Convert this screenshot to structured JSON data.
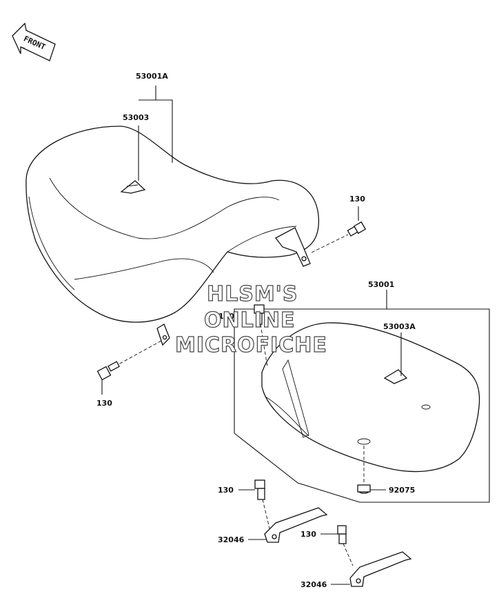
{
  "front_arrow": {
    "label": "FRONT"
  },
  "parts": {
    "seat_assy_a": "53001A",
    "seat_cover_a": "53003",
    "seat_assy": "53001",
    "seat_cover_b": "53003A",
    "bolt_upper_right": "130",
    "bolt_left": "130",
    "bolt_center": "130",
    "bolt_lower_left": "130",
    "bolt_lower_right": "130",
    "damper": "92075",
    "bracket_left": "32046",
    "bracket_right": "32046"
  },
  "watermark": {
    "line1": "HLSM'S",
    "line2": "ONLINE",
    "line3": "MICROFICHE"
  }
}
